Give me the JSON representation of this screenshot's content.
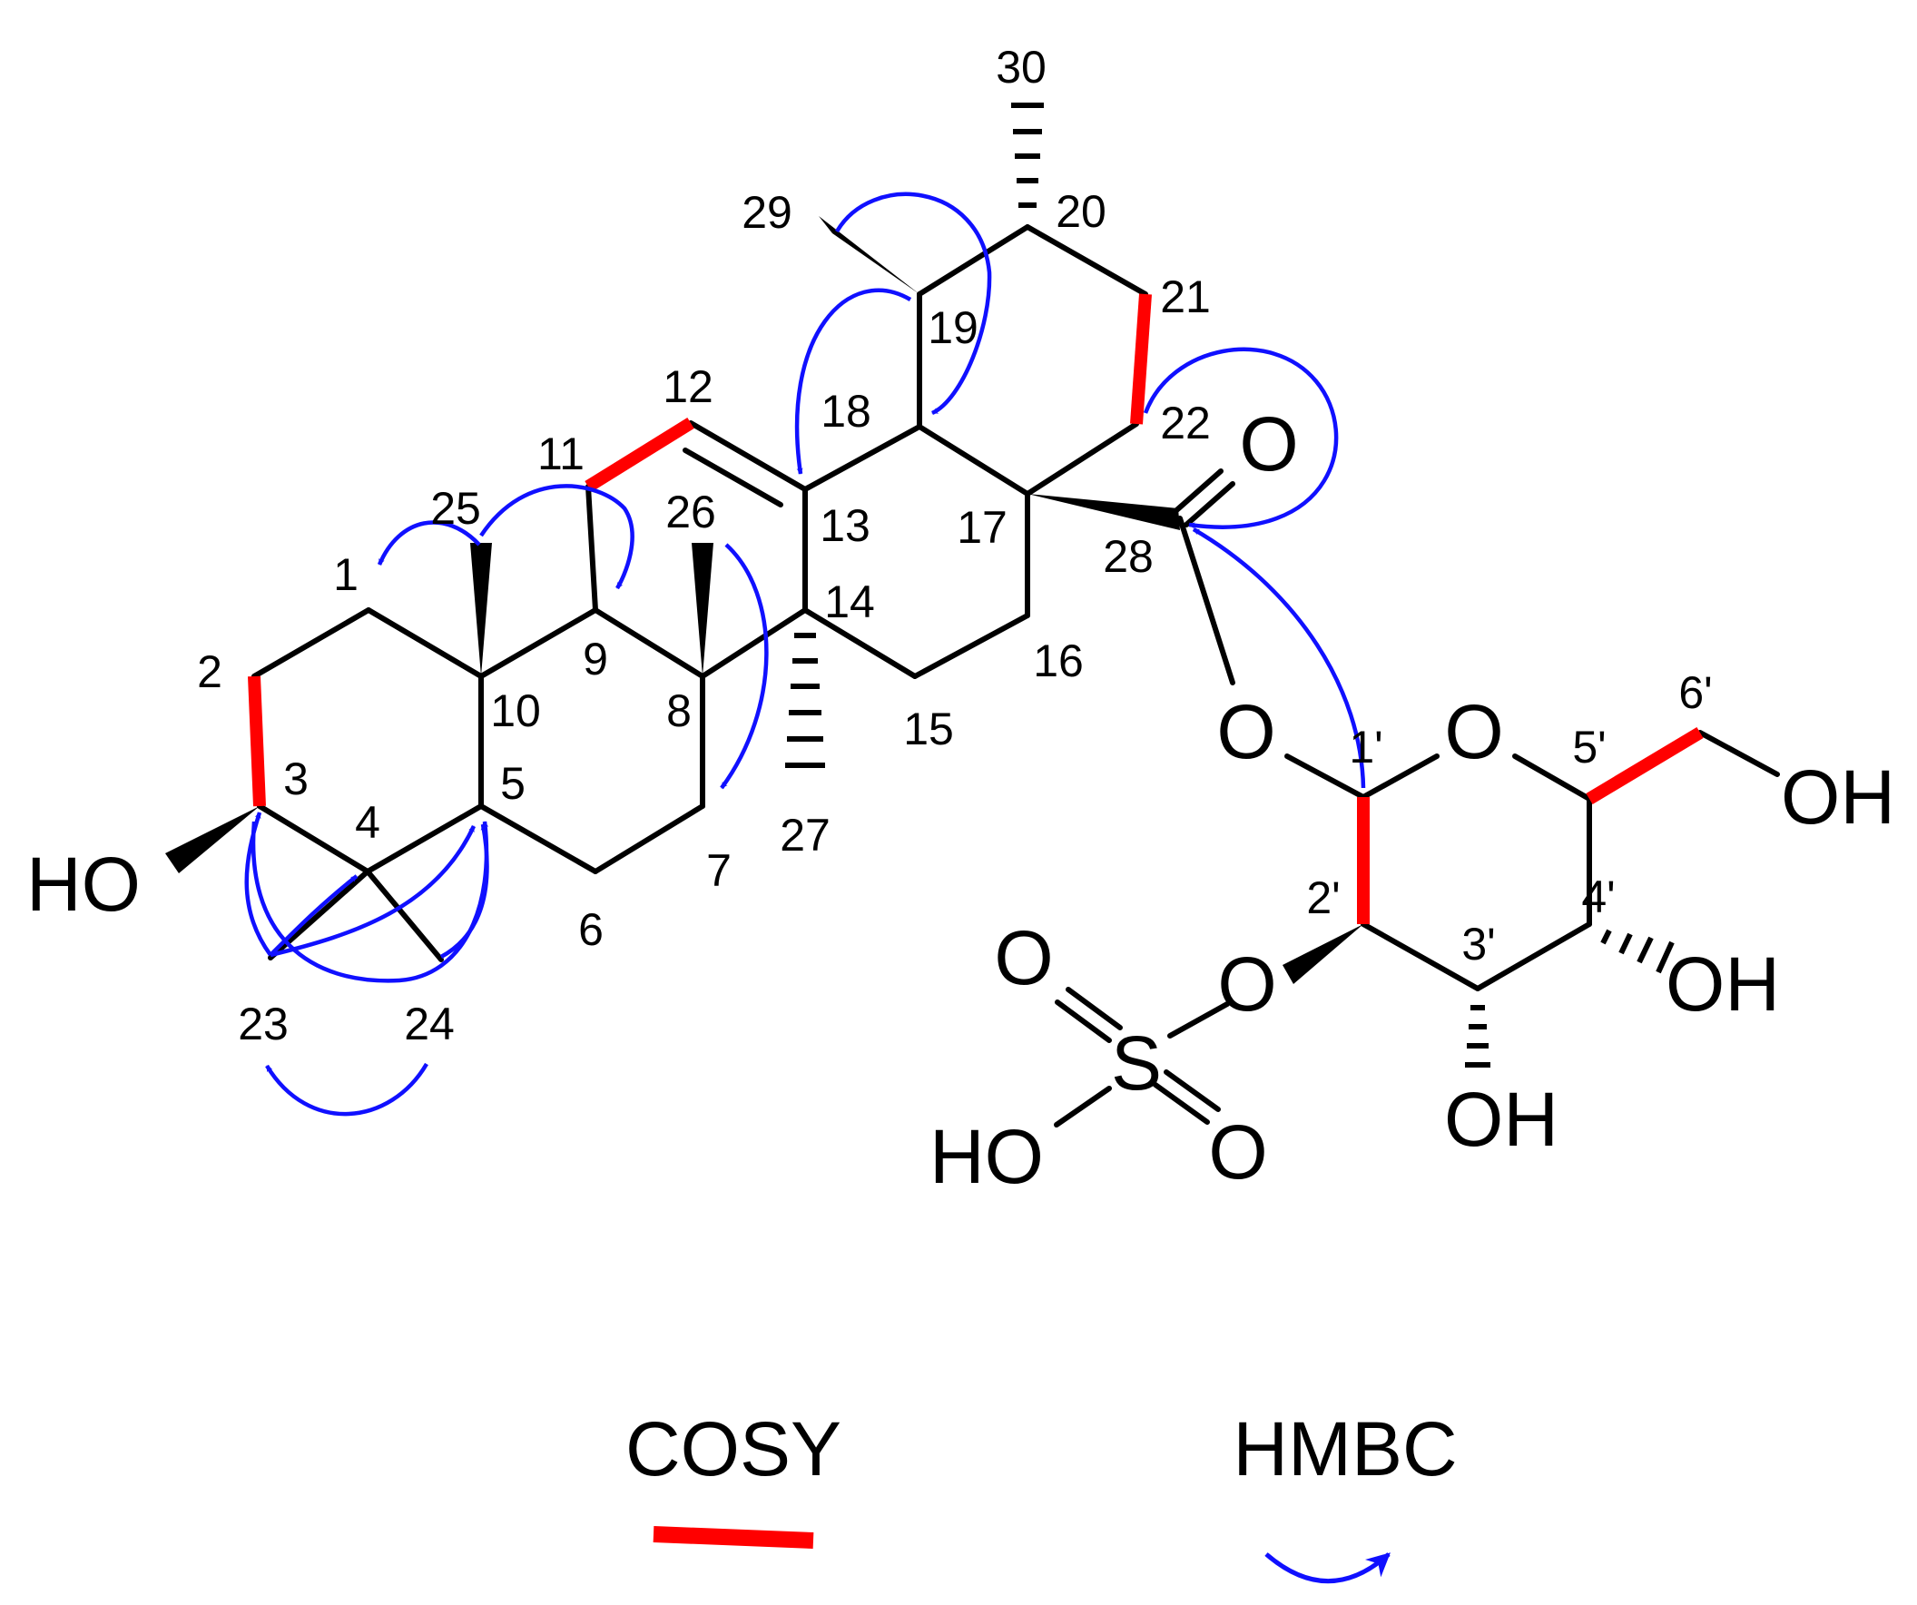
{
  "colors": {
    "bond": "#000000",
    "cosy": "#ff0000",
    "hmbc": "#1010ff"
  },
  "labels": {
    "n1": "1",
    "n2": "2",
    "n3": "3",
    "n4": "4",
    "n5": "5",
    "n6": "6",
    "n7": "7",
    "n8": "8",
    "n9": "9",
    "n10": "10",
    "n11": "11",
    "n12": "12",
    "n13": "13",
    "n14": "14",
    "n15": "15",
    "n16": "16",
    "n17": "17",
    "n18": "18",
    "n19": "19",
    "n20": "20",
    "n21": "21",
    "n22": "22",
    "n23": "23",
    "n24": "24",
    "n25": "25",
    "n26": "26",
    "n27": "27",
    "n28": "28",
    "n29": "29",
    "n30": "30",
    "p1": "1'",
    "p2": "2'",
    "p3": "3'",
    "p4": "4'",
    "p5": "5'",
    "p6": "6'"
  },
  "atoms": {
    "ho3": "HO",
    "o_carbonyl": "O",
    "o_ester": "O",
    "o_ring": "O",
    "oh6": "OH",
    "oh4": "OH",
    "oh3": "OH",
    "o_sulfate_link": "O",
    "s": "S",
    "o_s_top": "O",
    "o_s_bottom": "O",
    "ho_s": "HO"
  },
  "legend": {
    "cosy": "COSY",
    "hmbc": "HMBC"
  }
}
